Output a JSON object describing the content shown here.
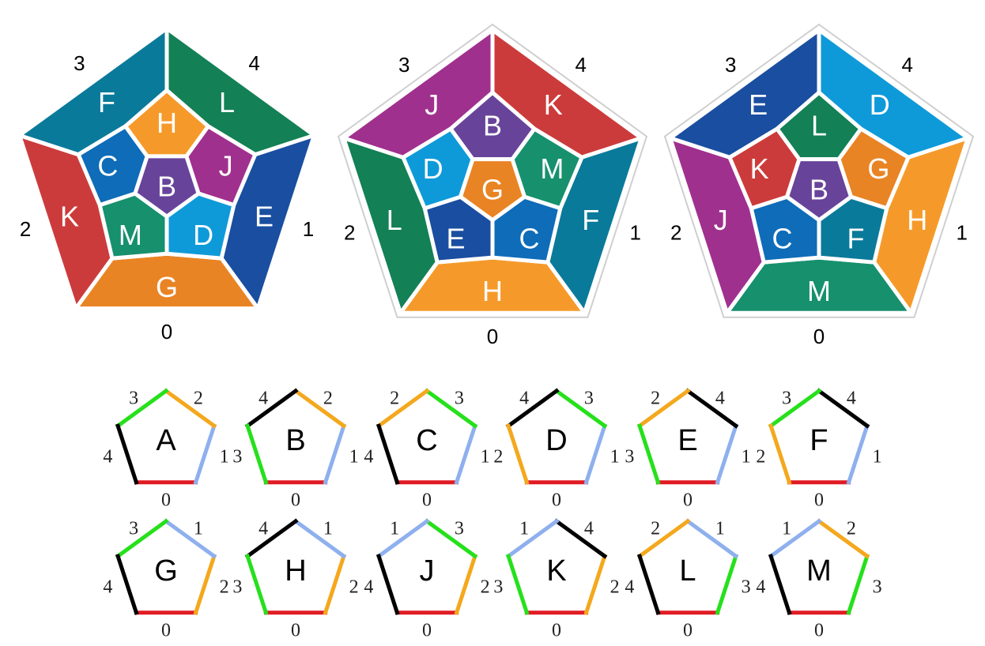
{
  "colors": {
    "A": "#1e3a8a",
    "B": "#67449a",
    "C": "#0e6cb8",
    "D": "#0e9ad9",
    "E": "#1a4ea0",
    "F": "#0a7a9a",
    "G": "#e98424",
    "H": "#f59a2a",
    "J": "#a0308e",
    "K": "#cc3b3b",
    "L": "#138056",
    "M": "#16906d"
  },
  "edge_colors": {
    "0": "#e01b24",
    "1": "#8fb0ee",
    "2": "#f4a81d",
    "3": "#26e01b",
    "4": "#000000"
  },
  "big_pentagons": [
    {
      "name": "pentagon-1",
      "center": "B",
      "inner": [
        "H",
        "J",
        "D",
        "M",
        "C"
      ],
      "outer": [
        "L",
        "E",
        "G",
        "K",
        "F"
      ],
      "edge_labels": [
        "0",
        "1",
        "2",
        "3",
        "4"
      ]
    },
    {
      "name": "pentagon-2",
      "center": "G",
      "inner": [
        "B",
        "M",
        "C",
        "E",
        "D"
      ],
      "outer": [
        "K",
        "F",
        "H",
        "L",
        "J"
      ],
      "edge_labels": [
        "0",
        "1",
        "2",
        "3",
        "4"
      ]
    },
    {
      "name": "pentagon-3",
      "center": "B",
      "inner": [
        "L",
        "G",
        "F",
        "C",
        "K"
      ],
      "outer": [
        "D",
        "H",
        "M",
        "J",
        "E"
      ],
      "edge_labels": [
        "0",
        "1",
        "2",
        "3",
        "4"
      ]
    }
  ],
  "tiles": [
    {
      "letter": "A",
      "edges": {
        "bottom": "0",
        "lower_right": "1",
        "upper_right": "2",
        "upper_left": "3",
        "lower_left": "4"
      }
    },
    {
      "letter": "B",
      "edges": {
        "bottom": "0",
        "lower_right": "1",
        "upper_right": "2",
        "upper_left": "4",
        "lower_left": "3"
      }
    },
    {
      "letter": "C",
      "edges": {
        "bottom": "0",
        "lower_right": "1",
        "upper_right": "3",
        "upper_left": "2",
        "lower_left": "4"
      }
    },
    {
      "letter": "D",
      "edges": {
        "bottom": "0",
        "lower_right": "1",
        "upper_right": "3",
        "upper_left": "4",
        "lower_left": "2"
      }
    },
    {
      "letter": "E",
      "edges": {
        "bottom": "0",
        "lower_right": "1",
        "upper_right": "4",
        "upper_left": "2",
        "lower_left": "3"
      }
    },
    {
      "letter": "F",
      "edges": {
        "bottom": "0",
        "lower_right": "1",
        "upper_right": "4",
        "upper_left": "3",
        "lower_left": "2"
      }
    },
    {
      "letter": "G",
      "edges": {
        "bottom": "0",
        "lower_right": "2",
        "upper_right": "1",
        "upper_left": "3",
        "lower_left": "4"
      }
    },
    {
      "letter": "H",
      "edges": {
        "bottom": "0",
        "lower_right": "2",
        "upper_right": "1",
        "upper_left": "4",
        "lower_left": "3"
      }
    },
    {
      "letter": "J",
      "edges": {
        "bottom": "0",
        "lower_right": "2",
        "upper_right": "3",
        "upper_left": "1",
        "lower_left": "4"
      }
    },
    {
      "letter": "K",
      "edges": {
        "bottom": "0",
        "lower_right": "2",
        "upper_right": "4",
        "upper_left": "1",
        "lower_left": "3"
      }
    },
    {
      "letter": "L",
      "edges": {
        "bottom": "0",
        "lower_right": "3",
        "upper_right": "1",
        "upper_left": "2",
        "lower_left": "4"
      }
    },
    {
      "letter": "M",
      "edges": {
        "bottom": "0",
        "lower_right": "3",
        "upper_right": "2",
        "upper_left": "1",
        "lower_left": "4"
      }
    }
  ]
}
